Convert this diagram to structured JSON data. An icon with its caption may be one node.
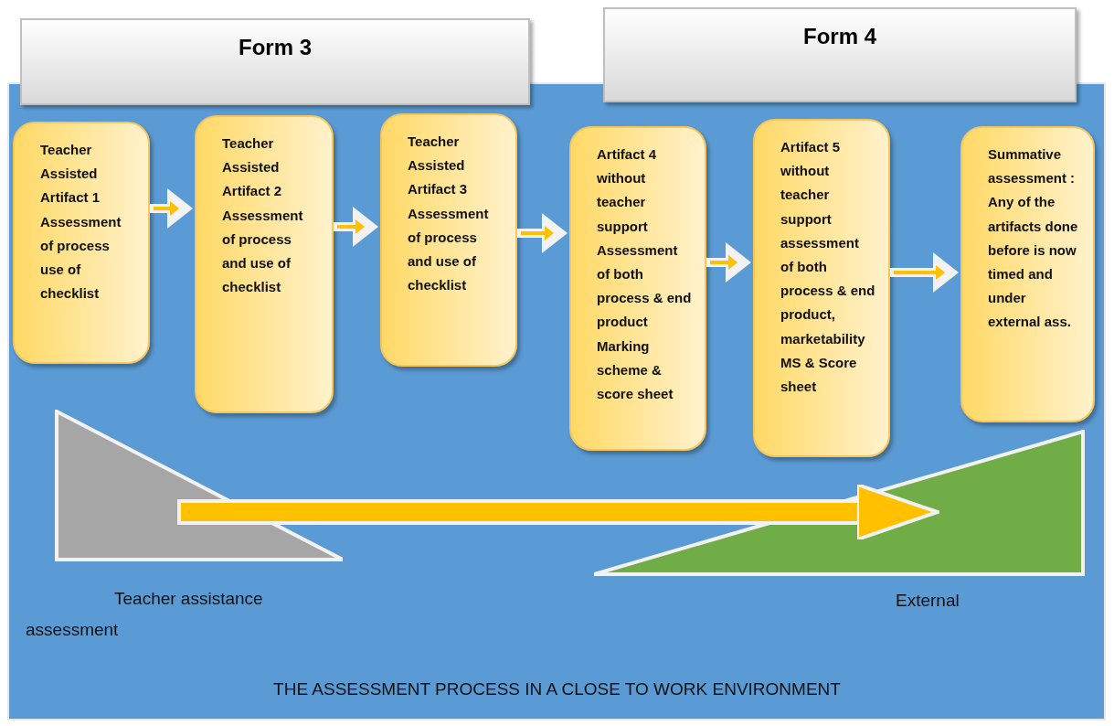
{
  "diagram": {
    "caption": "THE ASSESSMENT PROCESS IN A CLOSE TO WORK ENVIRONMENT",
    "nodes": [
      {
        "text": [
          "Form 3"
        ]
      },
      {
        "text": [
          "Form 4"
        ]
      },
      {
        "text": [
          "Teacher Assisted Artifact 1 Assessment of process use of checklist"
        ]
      },
      {
        "text": [
          "Teacher Assisted Artifact 2 Assessment of process and use of checklist"
        ]
      },
      {
        "text": [
          "Teacher Assisted Artifact 3 Assessment of process and use of checklist"
        ]
      },
      {
        "text": [
          "Artifact 4 without teacher support Assessment of both process & end product Marking scheme & score sheet"
        ]
      },
      {
        "text": [
          "Artifact 5 without teacher support assessment of both process & end product, marketability MS & Score sheet"
        ]
      },
      {
        "text": [
          "Summative assessment : Any of the artifacts done before is now timed and under external ass."
        ]
      },
      {
        "text": [
          "Teacher assistance assessment"
        ]
      },
      {
        "text": [
          "External"
        ]
      }
    ],
    "edges": [
      {
        "from": 2,
        "to": 3,
        "arrow": "to"
      },
      {
        "from": 3,
        "to": 4,
        "arrow": "to"
      },
      {
        "from": 4,
        "to": 5,
        "arrow": "to"
      },
      {
        "from": 5,
        "to": 6,
        "arrow": "to"
      },
      {
        "from": 6,
        "to": 7,
        "arrow": "to"
      },
      {
        "from": 8,
        "to": 9,
        "arrow": "to",
        "style": "thick",
        "color": "#ffc000"
      }
    ]
  }
}
